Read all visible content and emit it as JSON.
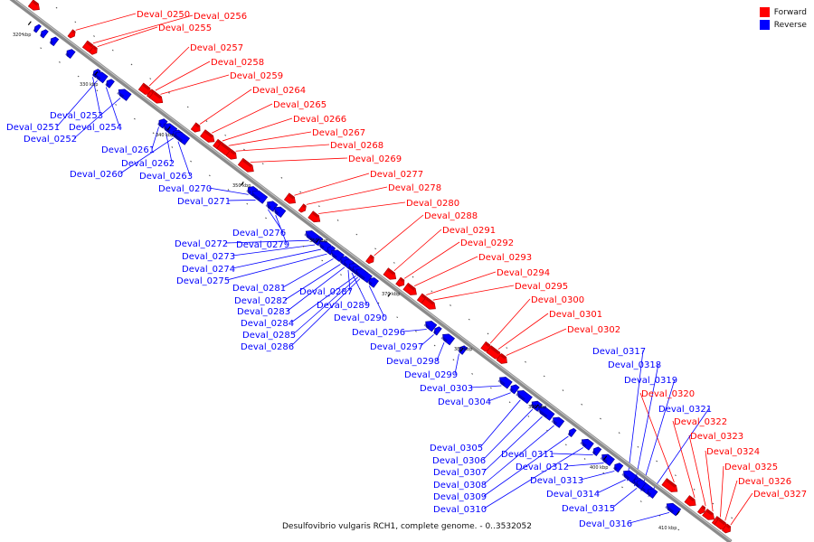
{
  "legend": {
    "forward_label": "Forward",
    "reverse_label": "Reverse",
    "forward_color": "#ff0000",
    "reverse_color": "#0000ff"
  },
  "caption": "Desulfovibrio vulgaris RCH1, complete genome. - 0..3532052",
  "ticks": [
    {
      "label": "320 kbp",
      "side": "reverse"
    },
    {
      "label": "330 kbp",
      "side": "reverse"
    },
    {
      "label": "340 kbp",
      "side": "reverse"
    },
    {
      "label": "350 kbp",
      "side": "reverse"
    },
    {
      "label": "360 kbp",
      "side": "reverse"
    },
    {
      "label": "370 kbp",
      "side": "reverse"
    },
    {
      "label": "380 kbp",
      "side": "reverse"
    },
    {
      "label": "390 kbp",
      "side": "reverse"
    },
    {
      "label": "400 kbp",
      "side": "reverse"
    },
    {
      "label": "410 kbp",
      "side": "reverse"
    }
  ],
  "forward_genes": [
    "Deval_0250",
    "Deval_0256",
    "Deval_0255",
    "Deval_0257",
    "Deval_0258",
    "Deval_0259",
    "Deval_0264",
    "Deval_0265",
    "Deval_0266",
    "Deval_0267",
    "Deval_0268",
    "Deval_0269",
    "Deval_0277",
    "Deval_0278",
    "Deval_0280",
    "Deval_0288",
    "Deval_0291",
    "Deval_0292",
    "Deval_0293",
    "Deval_0294",
    "Deval_0295",
    "Deval_0300",
    "Deval_0301",
    "Deval_0302",
    "Deval_0320",
    "Deval_0322",
    "Deval_0323",
    "Deval_0324",
    "Deval_0325",
    "Deval_0326",
    "Deval_0327"
  ],
  "reverse_genes": [
    "Deval_0253",
    "Deval_0251",
    "Deval_0254",
    "Deval_0252",
    "Deval_0261",
    "Deval_0262",
    "Deval_0260",
    "Deval_0263",
    "Deval_0270",
    "Deval_0271",
    "Deval_0276",
    "Deval_0272",
    "Deval_0279",
    "Deval_0273",
    "Deval_0274",
    "Deval_0275",
    "Deval_0281",
    "Deval_0282",
    "Deval_0287",
    "Deval_0283",
    "Deval_0289",
    "Deval_0290",
    "Deval_0284",
    "Deval_0285",
    "Deval_0286",
    "Deval_0296",
    "Deval_0297",
    "Deval_0298",
    "Deval_0299",
    "Deval_0303",
    "Deval_0304",
    "Deval_0317",
    "Deval_0318",
    "Deval_0319",
    "Deval_0321",
    "Deval_0305",
    "Deval_0306",
    "Deval_0307",
    "Deval_0308",
    "Deval_0309",
    "Deval_0310",
    "Deval_0311",
    "Deval_0312",
    "Deval_0313",
    "Deval_0314",
    "Deval_0315",
    "Deval_0316"
  ]
}
